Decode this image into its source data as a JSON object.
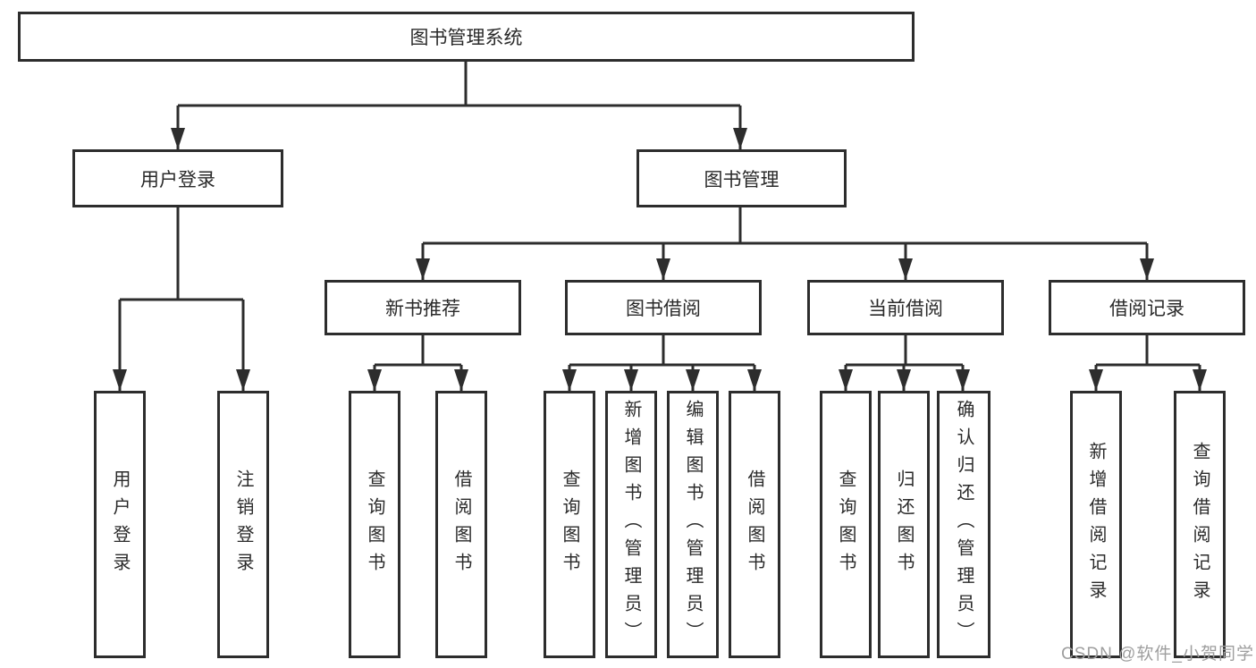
{
  "diagram": {
    "root": "图书管理系统",
    "level2": [
      "用户登录",
      "图书管理"
    ],
    "level3": [
      "新书推荐",
      "图书借阅",
      "当前借阅",
      "借阅记录"
    ],
    "leaves": {
      "user_login": [
        "用户登录",
        "注销登录"
      ],
      "new_book_recommend": [
        "查询图书",
        "借阅图书"
      ],
      "book_borrow": [
        "查询图书",
        "新增图书（管理员）",
        "编辑图书（管理员）",
        "借阅图书"
      ],
      "current_borrow": [
        "查询图书",
        "归还图书",
        "确认归还（管理员）"
      ],
      "borrow_records": [
        "新增借阅记录",
        "查询借阅记录"
      ]
    }
  },
  "watermark": "CSDN @软件_小贺同学",
  "colors": {
    "line": "#2d2d2d",
    "box_border": "#2d2d2d",
    "text": "#2a2a2a",
    "watermark": "#9e9e9e",
    "background": "#ffffff"
  }
}
